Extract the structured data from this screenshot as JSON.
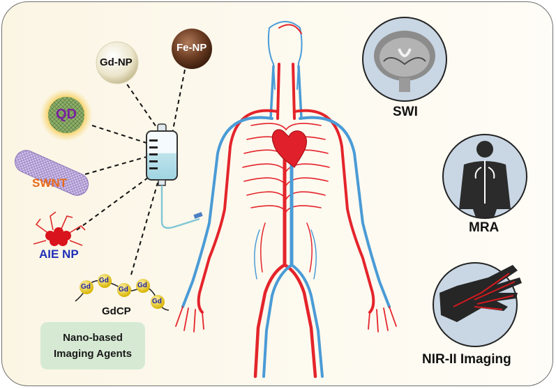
{
  "agents": {
    "fe_np": "Fe-NP",
    "gd_np": "Gd-NP",
    "qd": "QD",
    "swnt": "SWNT",
    "aie_np": "AIE NP",
    "gd_unit": "Gd",
    "gdcp": "GdCP"
  },
  "agents_box": {
    "line1": "Nano-based",
    "line2": "Imaging Agents"
  },
  "modalities": {
    "swi": "SWI",
    "mra": "MRA",
    "nir": "NIR-II Imaging"
  },
  "colors": {
    "panel_border": "#6f6f6f",
    "agents_box_bg": "#d6ead3",
    "artery": "#e4242b",
    "vein": "#4a9bd6",
    "qd_label": "#7a1fa0",
    "aie_label": "#1f2fb8",
    "circle_fill": "#c9d6e4"
  }
}
